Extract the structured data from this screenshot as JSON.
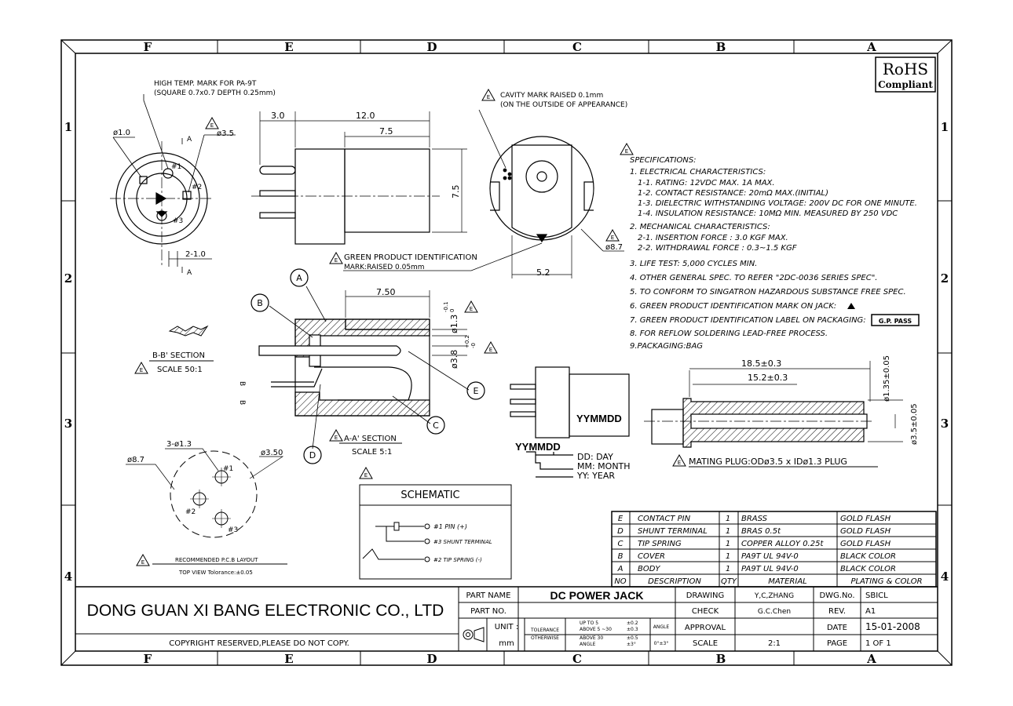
{
  "frame": {
    "top_zones": [
      "F",
      "E",
      "D",
      "C",
      "B",
      "A"
    ],
    "bottom_zones": [
      "F",
      "E",
      "D",
      "C",
      "B",
      "A"
    ],
    "left_rows": [
      "1",
      "2",
      "3",
      "4"
    ],
    "right_rows": [
      "1",
      "2",
      "3",
      "4"
    ]
  },
  "rohs": {
    "line1": "RoHS",
    "line2": "Compliant"
  },
  "notes": {
    "high_temp_1": "HIGH TEMP. MARK FOR PA-9T",
    "high_temp_2": "(SQUARE 0.7x0.7 DEPTH 0.25mm)",
    "cavity_1": "CAVITY MARK RAISED 0.1mm",
    "cavity_2": "(ON THE OUTSIDE OF APPEARANCE)",
    "green_1": "GREEN PRODUCT IDENTIFICATION",
    "green_2": "MARK:RAISED 0.05mm",
    "bb_section": "B-B' SECTION",
    "bb_scale": "SCALE 50:1",
    "aa_section": "A-A' SECTION",
    "aa_scale": "SCALE 5:1",
    "pcb_title": "RECOMMENDED P.C.B LAYOUT",
    "pcb_sub": "TOP VIEW Tolorance:±0.05",
    "mating": "MATING PLUG:ODø3.5 x IDø1.3 PLUG",
    "date_code": "YYMMDD",
    "dd": "DD: DAY",
    "mm": "MM: MONTH",
    "yy": "YY: YEAR",
    "rev_mark": "E"
  },
  "dims": {
    "d1_0": "ø1.0",
    "d3_5": "ø3.5",
    "d8_7": "ø8.7",
    "w3_0": "3.0",
    "w12_0": "12.0",
    "w7_5": "7.5",
    "h7_5": "7.5",
    "w5_2": "5.2",
    "w7_50": "7.50",
    "w2_1": "2-1.0",
    "d13": "ø1.3",
    "d13_tol": "-0.1",
    "d13_tol0": "0",
    "d38": "ø3.8",
    "d38_tol": "+0.2",
    "d38_tol0": "-0",
    "l18_5": "18.5±0.3",
    "l15_2": "15.2±0.3",
    "d1_35": "ø1.35±0.05",
    "d3_5p": "ø3.5±0.05",
    "holes": "3-ø1.3",
    "d3_50": "ø3.50",
    "d8_7b": "ø8.7",
    "pin1": "#1",
    "pin2": "#2",
    "pin3": "#3",
    "callA": "A",
    "callB": "B",
    "callC": "C",
    "callD": "D",
    "callE": "E",
    "secA": "A",
    "secB": "B"
  },
  "specs": {
    "title": "SPECIFICATIONS:",
    "lines": [
      "1. ELECTRICAL CHARACTERISTICS:",
      "1-1. RATING: 12VDC MAX. 1A MAX.",
      "1-2. CONTACT RESISTANCE: 20mΩ MAX.(INITIAL)",
      "1-3. DIELECTRIC WITHSTANDING VOLTAGE: 200V DC FOR ONE MINUTE.",
      "1-4. INSULATION RESISTANCE: 10MΩ MIN. MEASURED BY 250 VDC",
      "2. MECHANICAL CHARACTERISTICS:",
      "2-1. INSERTION FORCE : 3.0 KGF MAX.",
      "2-2. WITHDRAWAL FORCE : 0.3~1.5 KGF",
      "3. LIFE TEST: 5,000 CYCLES MIN.",
      "4. OTHER GENERAL SPEC. TO REFER \"2DC-0036 SERIES SPEC\".",
      "5. TO CONFORM TO SINGATRON HAZARDOUS SUBSTANCE FREE SPEC.",
      "6. GREEN PRODUCT IDENTIFICATION MARK ON JACK:",
      "7. GREEN PRODUCT IDENTIFICATION LABEL ON PACKAGING:",
      "8. FOR REFLOW SOLDERING LEAD-FREE PROCESS.",
      "9.PACKAGING:BAG"
    ],
    "gp_pass": "G.P. PASS"
  },
  "schematic": {
    "title": "SCHEMATIC",
    "pin1": "#1 PIN (+)",
    "pin3": "#3 SHUNT TERMINAL",
    "pin2": "#2 TIP SPRING (-)"
  },
  "bom": {
    "rows": [
      {
        "no": "E",
        "desc": "CONTACT PIN",
        "qty": "1",
        "material": "BRASS",
        "finish": "GOLD FLASH"
      },
      {
        "no": "D",
        "desc": "SHUNT TERMINAL",
        "qty": "1",
        "material": "BRAS 0.5t",
        "finish": "GOLD FLASH"
      },
      {
        "no": "C",
        "desc": "TIP SPRING",
        "qty": "1",
        "material": "COPPER ALLOY 0.25t",
        "finish": "GOLD FLASH"
      },
      {
        "no": "B",
        "desc": "COVER",
        "qty": "1",
        "material": "PA9T UL 94V-0",
        "finish": "BLACK COLOR"
      },
      {
        "no": "A",
        "desc": "BODY",
        "qty": "1",
        "material": "PA9T UL 94V-0",
        "finish": "BLACK COLOR"
      }
    ],
    "header": {
      "no": "NO",
      "desc": "DESCRIPTION",
      "qty": "QTY",
      "material": "MATERIAL",
      "finish": "PLATING & COLOR"
    }
  },
  "title_block": {
    "company": "DONG GUAN XI BANG ELECTRONIC CO., LTD",
    "copyright": "COPYRIGHT RESERVED,PLEASE DO NOT COPY.",
    "part_name_label": "PART NAME",
    "part_name": "DC POWER JACK",
    "part_no_label": "PART NO.",
    "part_no": "",
    "unit_label": "UNIT :",
    "unit": "mm",
    "tol_label": "TOLERANCE",
    "tol_label2": "OTHERWISE",
    "tol1": "UP TO 5",
    "tol1v": "±0.2",
    "tol2": "ABOVE 5 ~30",
    "tol2v": "±0.3",
    "tol3": "ABOVE 30",
    "tol3v": "±0.5",
    "tol4": "ANGLE",
    "tol4v": "±3°",
    "angle_label": "ANGLE",
    "angle_val": "0°±3°",
    "drawing_label": "DRAWING",
    "drawing": "Y,C,ZHANG",
    "check_label": "CHECK",
    "check": "G.C.Chen",
    "approval_label": "APPROVAL",
    "approval": "",
    "scale_label": "SCALE",
    "scale": "2:1",
    "dwg_label": "DWG.No.",
    "dwg": "SBICL",
    "rev_label": "REV.",
    "rev": "A1",
    "date_label": "DATE",
    "date": "15-01-2008",
    "page_label": "PAGE",
    "page": "1 OF 1"
  }
}
